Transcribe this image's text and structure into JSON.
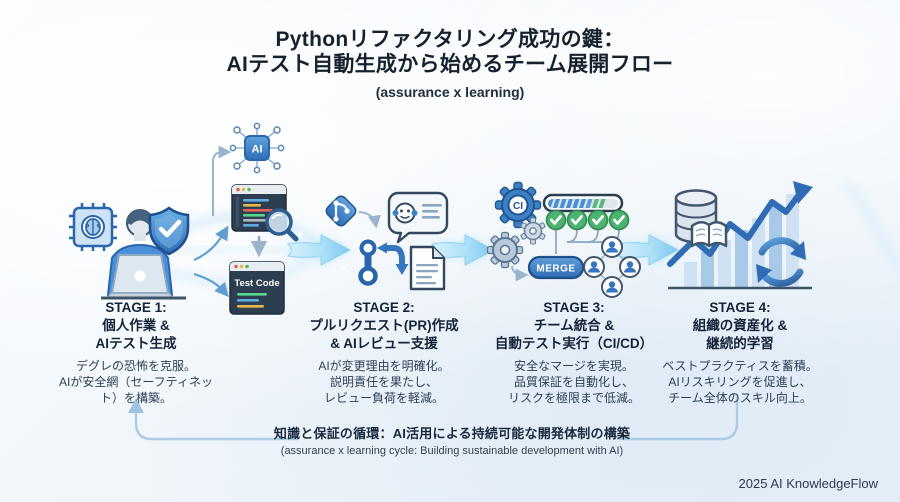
{
  "title": {
    "line1": "Pythonリファクタリング成功の鍵：",
    "line2": "AIテスト自動生成から始めるチーム展開フロー",
    "subtitle": "(assurance x learning)"
  },
  "stages": [
    {
      "label": "STAGE 1:",
      "title_lines": [
        "個人作業 &",
        "AIテスト生成"
      ],
      "desc_lines": [
        "デグレの恐怖を克服。",
        "AIが安全網（セーフティネッ",
        "ト）を構築。"
      ]
    },
    {
      "label": "STAGE 2:",
      "title_lines": [
        "プルリクエスト(PR)作成",
        "& AIレビュー支援"
      ],
      "desc_lines": [
        "AIが変更理由を明確化。",
        "説明責任を果たし、",
        "レビュー負荷を軽減。"
      ]
    },
    {
      "label": "STAGE 3:",
      "title_lines": [
        "チーム統合 &",
        "自動テスト実行（CI/CD）"
      ],
      "desc_lines": [
        "安全なマージを実現。",
        "品質保証を自動化し、",
        "リスクを極限まで低減。"
      ]
    },
    {
      "label": "STAGE 4:",
      "title_lines": [
        "組織の資産化 &",
        "継続的学習"
      ],
      "desc_lines": [
        "ベストプラクティスを蓄積。",
        "AIリスキリングを促進し、",
        "チーム全体のスキル向上。"
      ]
    }
  ],
  "icon_labels": {
    "ai_chip": "AI",
    "test_code": "Test Code",
    "ci": "CI",
    "merge": "MERGE"
  },
  "feedback": {
    "jp": "知識と保証の循環：AI活用による持続可能な開発体制の構築",
    "en": "(assurance x learning cycle: Building sustainable development with AI)"
  },
  "footer": "2025 AI KnowledgeFlow",
  "colors": {
    "accent_blue": "#3576bf",
    "glow_arrow": "#9fd8f2",
    "check_green": "#4cb371",
    "dark_navy": "#1b2a3e",
    "editor_bg": "#2c3e50",
    "steel_gear": "#b9cbda"
  }
}
